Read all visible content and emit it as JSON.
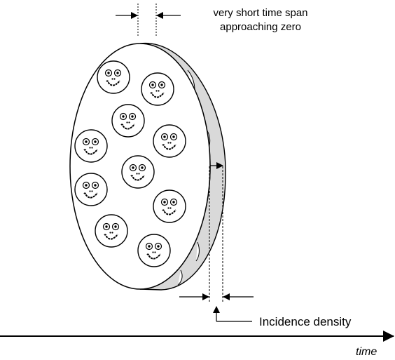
{
  "annotations": {
    "time_span_line1": "very short time span",
    "time_span_line2": "approaching zero",
    "incidence_density": "Incidence density",
    "time_axis": "time"
  },
  "colors": {
    "stroke": "#000000",
    "disk_face": "#ffffff",
    "disk_rim": "#d9d9d9"
  },
  "faces": {
    "count": 10,
    "icon": "smiley-face-icon"
  }
}
